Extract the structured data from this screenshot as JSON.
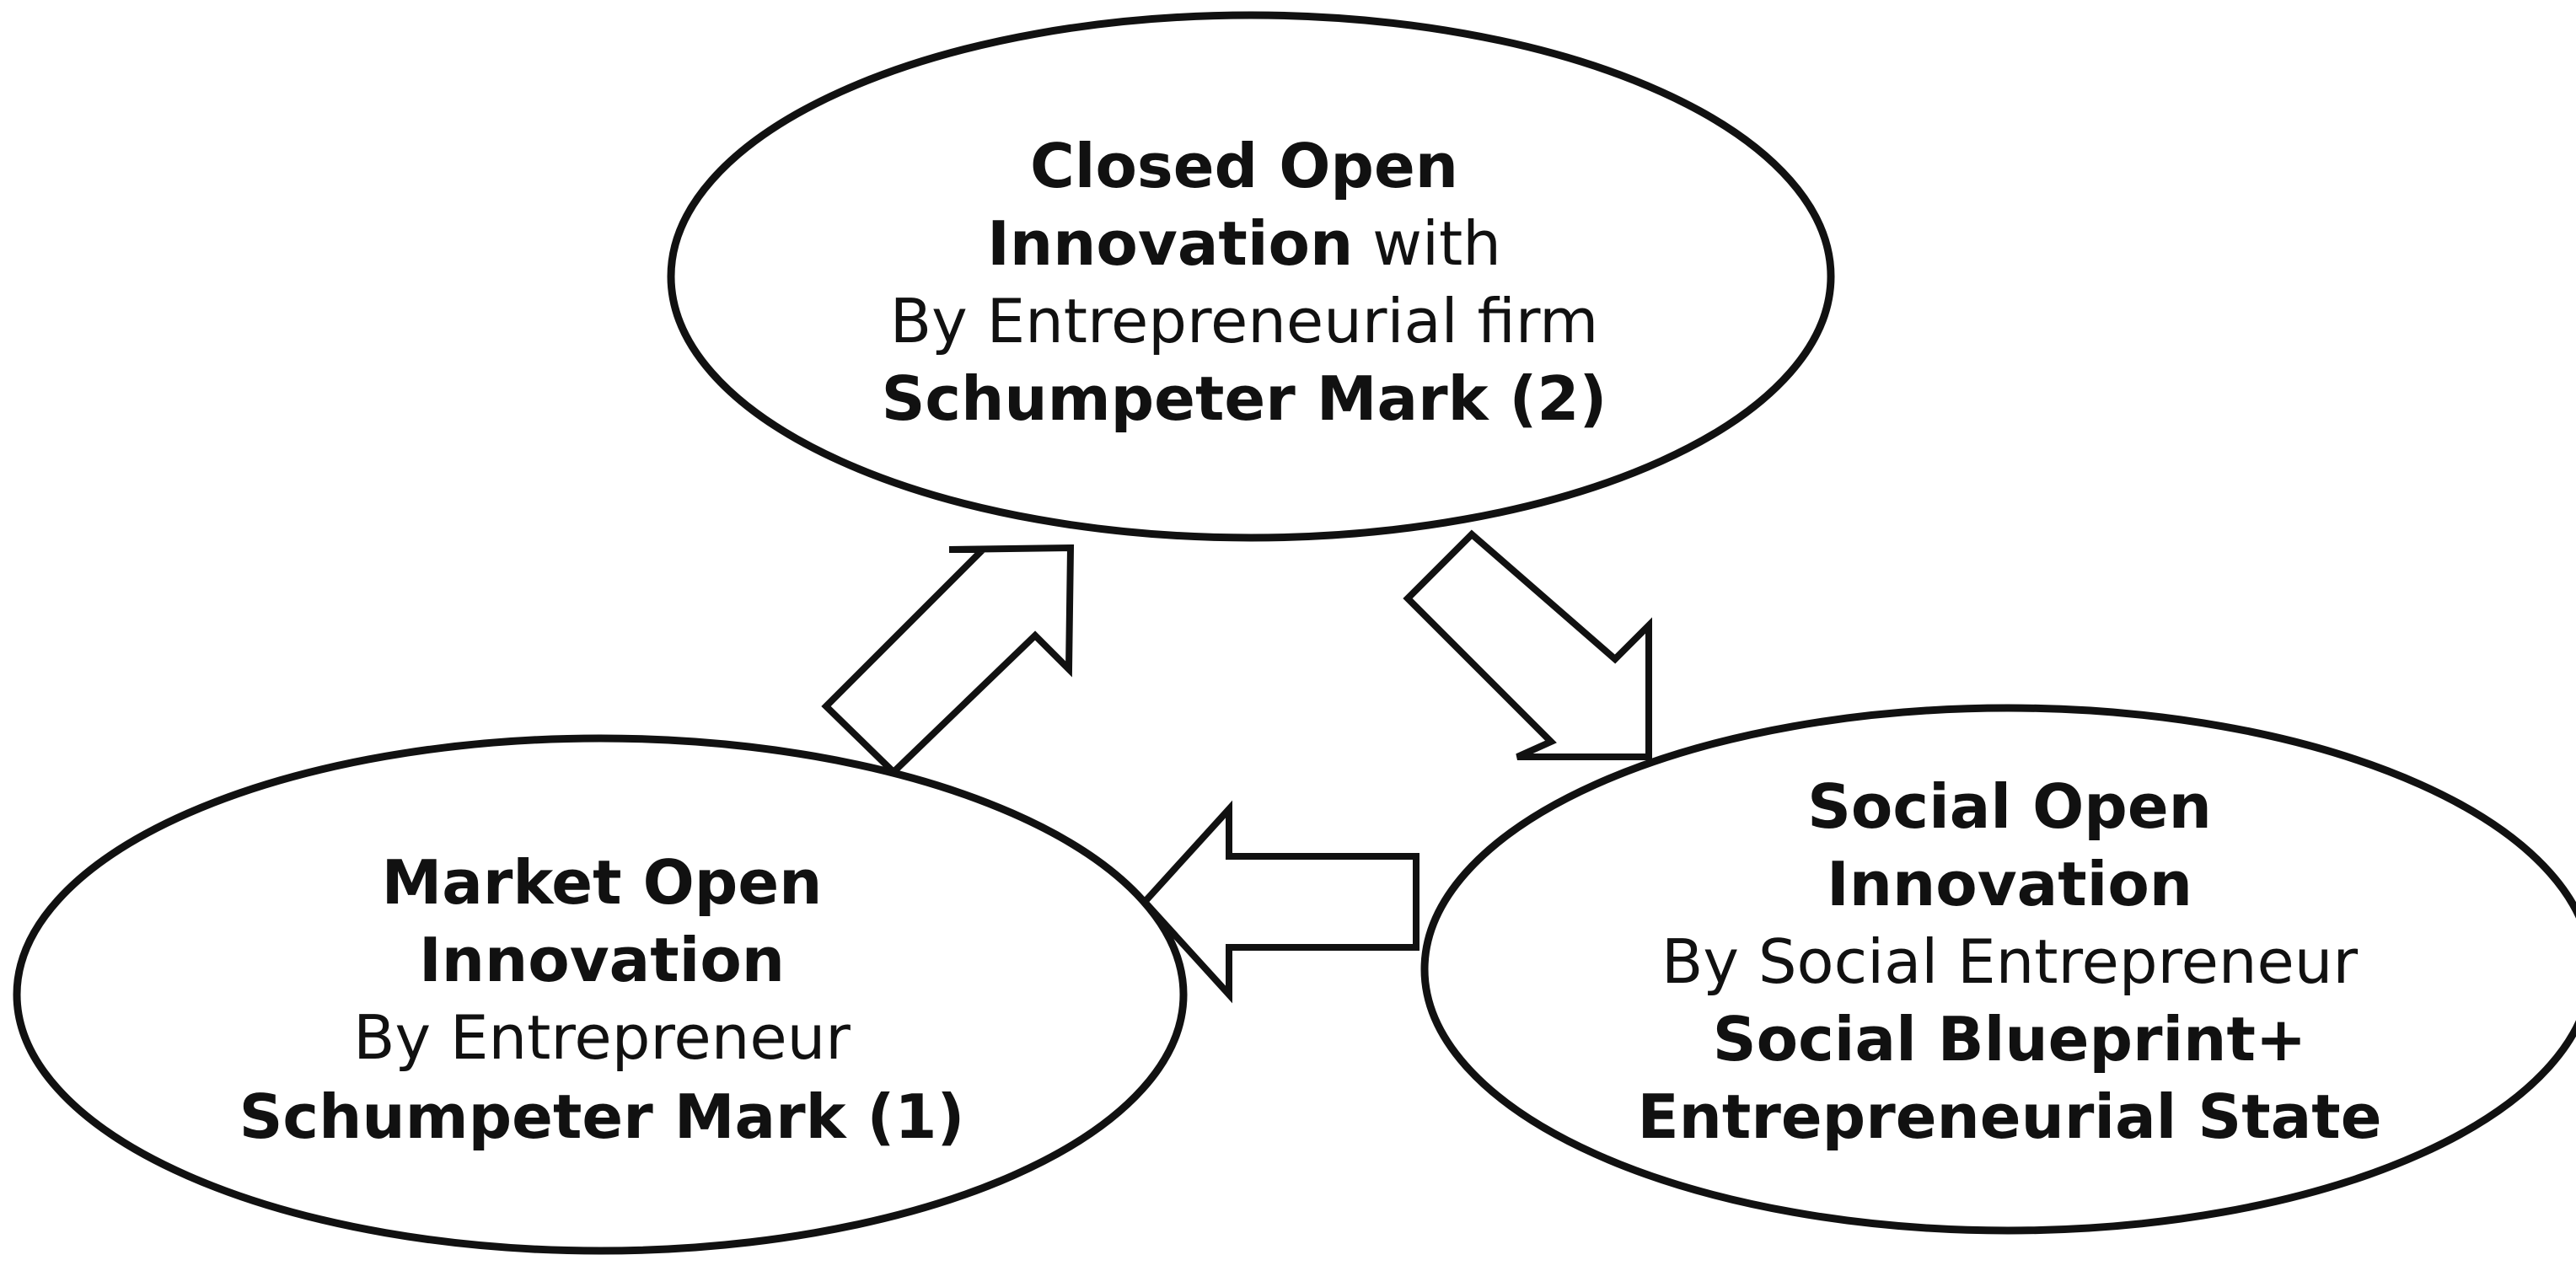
{
  "nodes": {
    "closed": {
      "line1": "Closed Open",
      "line2_bold": "Innovation",
      "line2_regular": " with",
      "line3": "By Entrepreneurial firm",
      "line4": "Schumpeter Mark (2)"
    },
    "market": {
      "line1": "Market Open",
      "line2": "Innovation",
      "line3": "By Entrepreneur",
      "line4": "Schumpeter Mark (1)"
    },
    "social": {
      "line1": "Social Open",
      "line2": "Innovation",
      "line3": "By Social Entrepreneur",
      "line4": "Social Blueprint+",
      "line5": "Entrepreneurial State"
    }
  },
  "arrows": [
    {
      "from": "market",
      "to": "closed"
    },
    {
      "from": "closed",
      "to": "social"
    },
    {
      "from": "social",
      "to": "market"
    }
  ],
  "colors": {
    "stroke": "#111111",
    "fill": "#ffffff",
    "text": "#111111"
  }
}
